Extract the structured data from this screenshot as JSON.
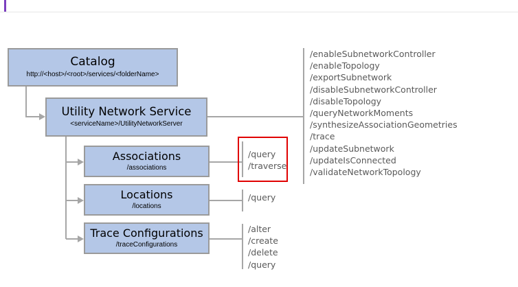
{
  "colors": {
    "box_fill": "#b4c7e7",
    "box_border": "#9a9a9a",
    "connector": "#a6a6a6",
    "highlight": "#e00000",
    "accent": "#7b3fbf"
  },
  "catalog": {
    "title": "Catalog",
    "path": "http://<host>/<root>/services/<folderName>"
  },
  "service": {
    "title": "Utility Network Service",
    "path": "<serviceName>/UtilityNetworkServer"
  },
  "service_operations": [
    "/enableSubnetworkController",
    "/enableTopology",
    "/exportSubnetwork",
    "/disableSubnetworkController",
    "/disableTopology",
    "/queryNetworkMoments",
    "/synthesizeAssociationGeometries",
    "/trace",
    "/updateSubnetwork",
    "/updateIsConnected",
    "/validateNetworkTopology"
  ],
  "associations": {
    "title": "Associations",
    "path": "/associations",
    "operations": [
      "/query",
      "/traverse"
    ]
  },
  "locations": {
    "title": "Locations",
    "path": "/locations",
    "operations": [
      "/query"
    ]
  },
  "trace_configurations": {
    "title": "Trace Configurations",
    "path": "/traceConfigurations",
    "operations": [
      "/alter",
      "/create",
      "/delete",
      "/query"
    ]
  }
}
